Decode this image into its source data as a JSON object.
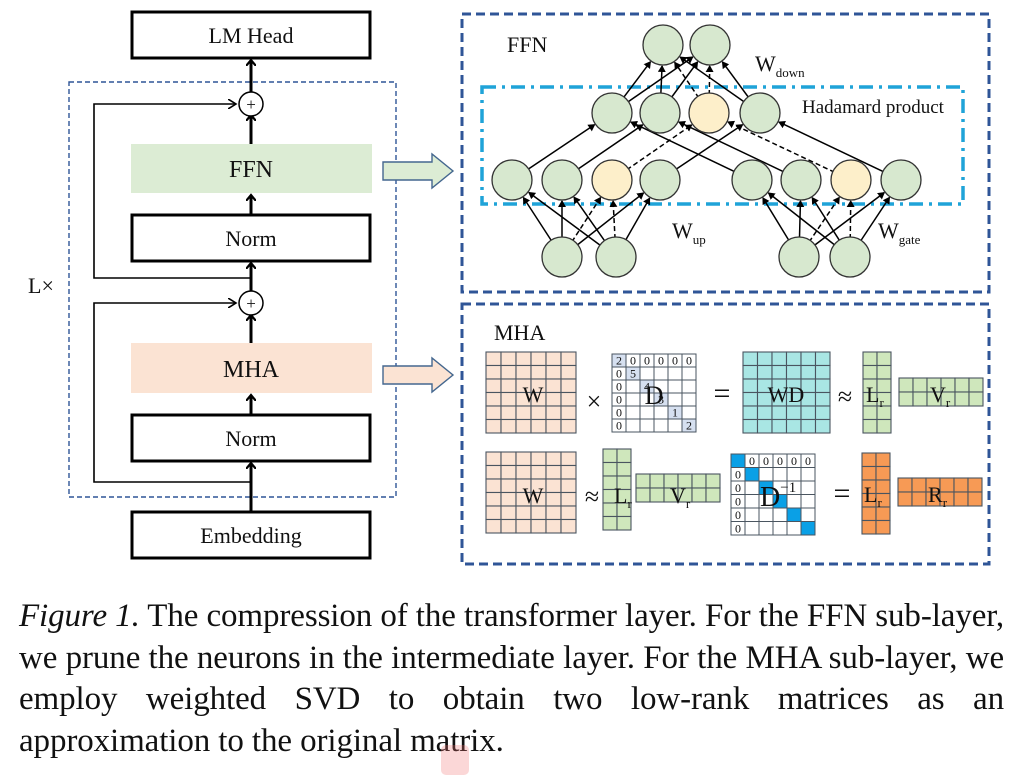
{
  "colors": {
    "frame_blue": "#2f5597",
    "hadamard_cyan": "#1fa3d8",
    "node_green": "#d7e8cf",
    "node_pruned": "#fdefca",
    "ffn_fill": "#dcecd4",
    "mha_fill": "#fbe3d3",
    "w_matrix": "#fbe3d3",
    "wd_matrix": "#a9e6e4",
    "lr_vr_matrix": "#cfe7bc",
    "lr_rr_matrix": "#f79a55",
    "d_diag_light": "#d6e0f0",
    "d_inv_diag": "#0aa0e6"
  },
  "left_stack": {
    "lm_head": "LM Head",
    "ffn": "FFN",
    "norm_top": "Norm",
    "mha": "MHA",
    "norm_bottom": "Norm",
    "embedding": "Embedding",
    "repeat_label": "L×",
    "add_symbol": "+"
  },
  "ffn_panel": {
    "title": "FFN",
    "hadamard_label": "Hadamard product",
    "w_down": {
      "main": "W",
      "sub": "down"
    },
    "w_up": {
      "main": "W",
      "sub": "up"
    },
    "w_gate": {
      "main": "W",
      "sub": "gate"
    },
    "output_nodes": 2,
    "hadamard_nodes": [
      "kept",
      "kept",
      "pruned",
      "kept"
    ],
    "up_nodes": [
      "kept",
      "kept",
      "pruned",
      "kept"
    ],
    "gate_nodes": [
      "kept",
      "kept",
      "pruned",
      "kept"
    ],
    "input_nodes_per_branch": 2
  },
  "mha_panel": {
    "title": "MHA",
    "row1": {
      "w_label": "W",
      "times": "×",
      "d_label": "D",
      "d_first_row": [
        "2",
        "0",
        "0",
        "0",
        "0",
        "0"
      ],
      "d_first_col": [
        "0",
        "0",
        "0",
        "0",
        "0"
      ],
      "d_diagonal": [
        "2",
        "5",
        "4",
        "3",
        "1",
        "2"
      ],
      "equals": "=",
      "wd_label": "WD",
      "approx": "≈",
      "lr": {
        "main": "L",
        "sub": "r"
      },
      "vr": {
        "main": "V",
        "sub": "r"
      }
    },
    "row2": {
      "w_label": "W",
      "approx": "≈",
      "lr": {
        "main": "L",
        "sub": "r"
      },
      "vr": {
        "main": "V",
        "sub": "r"
      },
      "dinv": {
        "main": "D",
        "sup": "−1"
      },
      "dinv_first_row": [
        "0",
        "0",
        "0",
        "0",
        "0"
      ],
      "dinv_first_col": [
        "0",
        "0",
        "0",
        "0",
        "0"
      ],
      "equals": "=",
      "lr2": {
        "main": "L",
        "sub": "r"
      },
      "rr": {
        "main": "R",
        "sub": "r"
      }
    }
  },
  "caption": {
    "figure_label": "Figure 1.",
    "text": " The compression of the transformer layer. For the FFN sub-layer, we prune the neurons in the intermediate layer. For the MHA sub-layer, we employ weighted SVD to obtain two low-rank matrices as an approximation to the original matrix."
  }
}
